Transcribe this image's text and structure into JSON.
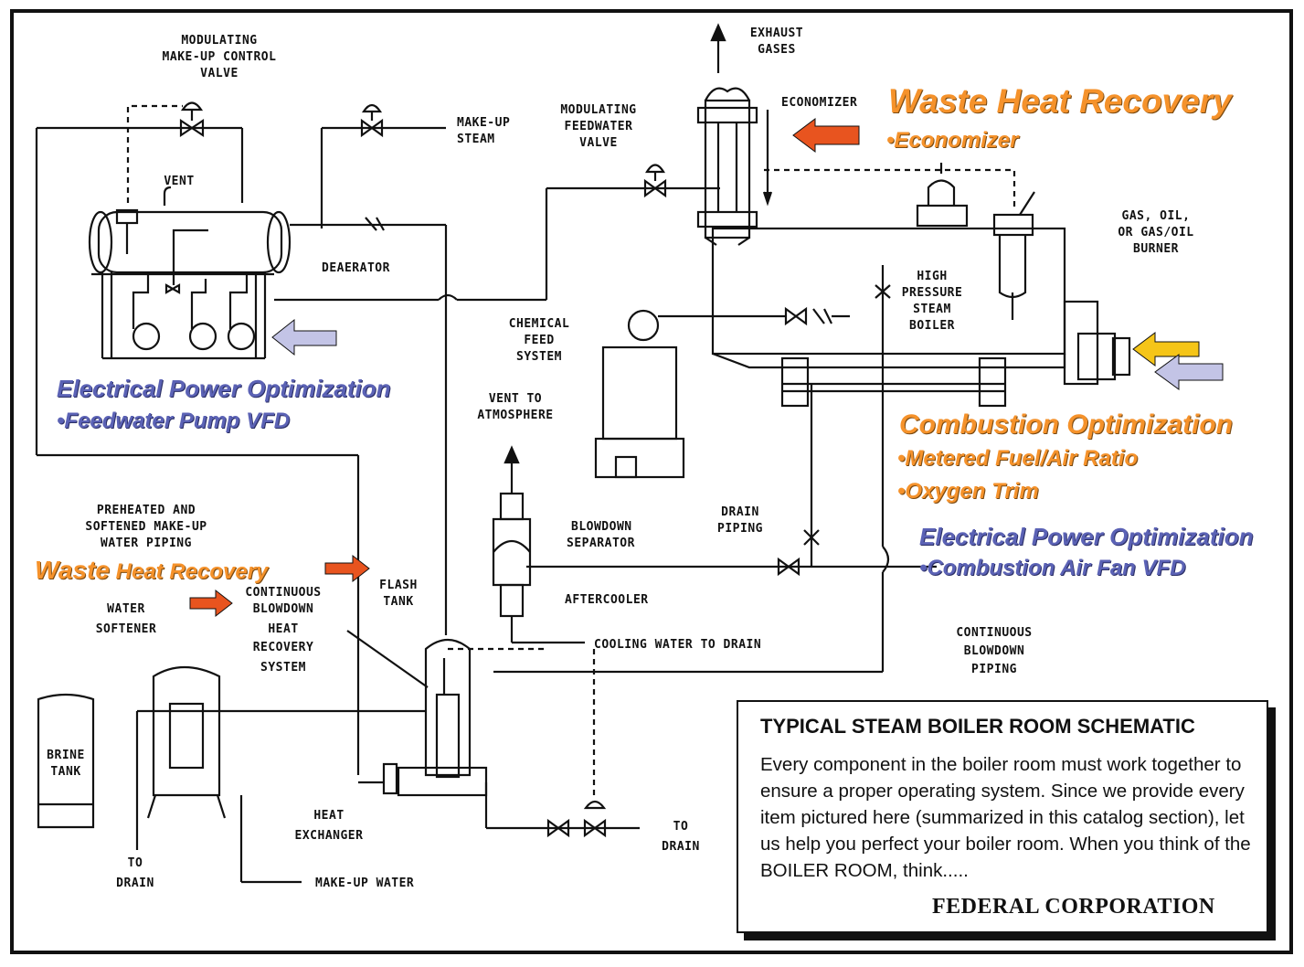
{
  "labels": {
    "modulating_makeup_valve": [
      "MODULATING",
      "MAKE-UP CONTROL",
      "VALVE"
    ],
    "vent": "VENT",
    "makeup_steam": [
      "MAKE-UP",
      "STEAM"
    ],
    "modulating_feedwater_valve": [
      "MODULATING",
      "FEEDWATER",
      "VALVE"
    ],
    "exhaust_gases": [
      "EXHAUST",
      "GASES"
    ],
    "economizer": "ECONOMIZER",
    "deaerator": "DEAERATOR",
    "burner": [
      "GAS, OIL,",
      "OR GAS/OIL",
      "BURNER"
    ],
    "boiler": [
      "HIGH",
      "PRESSURE",
      "STEAM",
      "BOILER"
    ],
    "chemical_feed": [
      "CHEMICAL",
      "FEED",
      "SYSTEM"
    ],
    "vent_atmosphere": [
      "VENT TO",
      "ATMOSPHERE"
    ],
    "blowdown_separator": [
      "BLOWDOWN",
      "SEPARATOR"
    ],
    "drain_piping": [
      "DRAIN",
      "PIPING"
    ],
    "preheated": [
      "PREHEATED AND",
      "SOFTENED MAKE-UP",
      "WATER PIPING"
    ],
    "flash_tank": [
      "FLASH",
      "TANK"
    ],
    "continuous_blowdown_hrs": [
      "CONTINUOUS",
      "BLOWDOWN",
      "HEAT",
      "RECOVERY",
      "SYSTEM"
    ],
    "water_softener": [
      "WATER",
      "SOFTENER"
    ],
    "aftercooler": "AFTERCOOLER",
    "cooling_water": "COOLING WATER TO DRAIN",
    "continuous_blowdown_piping": [
      "CONTINUOUS",
      "BLOWDOWN",
      "PIPING"
    ],
    "brine_tank": [
      "BRINE",
      "TANK"
    ],
    "heat_exchanger": [
      "HEAT",
      "EXCHANGER"
    ],
    "to_drain_right": [
      "TO",
      "DRAIN"
    ],
    "to_drain_left": [
      "TO",
      "DRAIN"
    ],
    "makeup_water": "MAKE-UP WATER"
  },
  "annotations": {
    "waste_heat_title": "Waste Heat Recovery",
    "waste_heat_item": "•Economizer",
    "elec_left_title": "Electrical Power Optimization",
    "elec_left_item": "•Feedwater Pump VFD",
    "combustion_title": "Combustion Optimization",
    "combustion_item1": "•Metered Fuel/Air Ratio",
    "combustion_item2": "•Oxygen Trim",
    "elec_right_title": "Electrical Power Optimization",
    "elec_right_item": "•Combustion Air Fan VFD",
    "waste_small_a": "Waste",
    "waste_small_b": " Heat Recovery"
  },
  "note": {
    "title": "TYPICAL STEAM BOILER ROOM SCHEMATIC",
    "body": "Every component in the boiler room must work together to ensure a proper operating system. Since we provide every item pictured here (summarized in this catalog section), let us help you perfect your boiler room. When you think of the BOILER ROOM, think.....",
    "brand": "FEDERAL CORPORATION"
  },
  "colors": {
    "orange_text": "#f5922b",
    "purple_text": "#5b62b5",
    "arrow_orange": "#e8541f",
    "arrow_yellow": "#f5c518",
    "arrow_lavender": "#c3c4e6"
  }
}
